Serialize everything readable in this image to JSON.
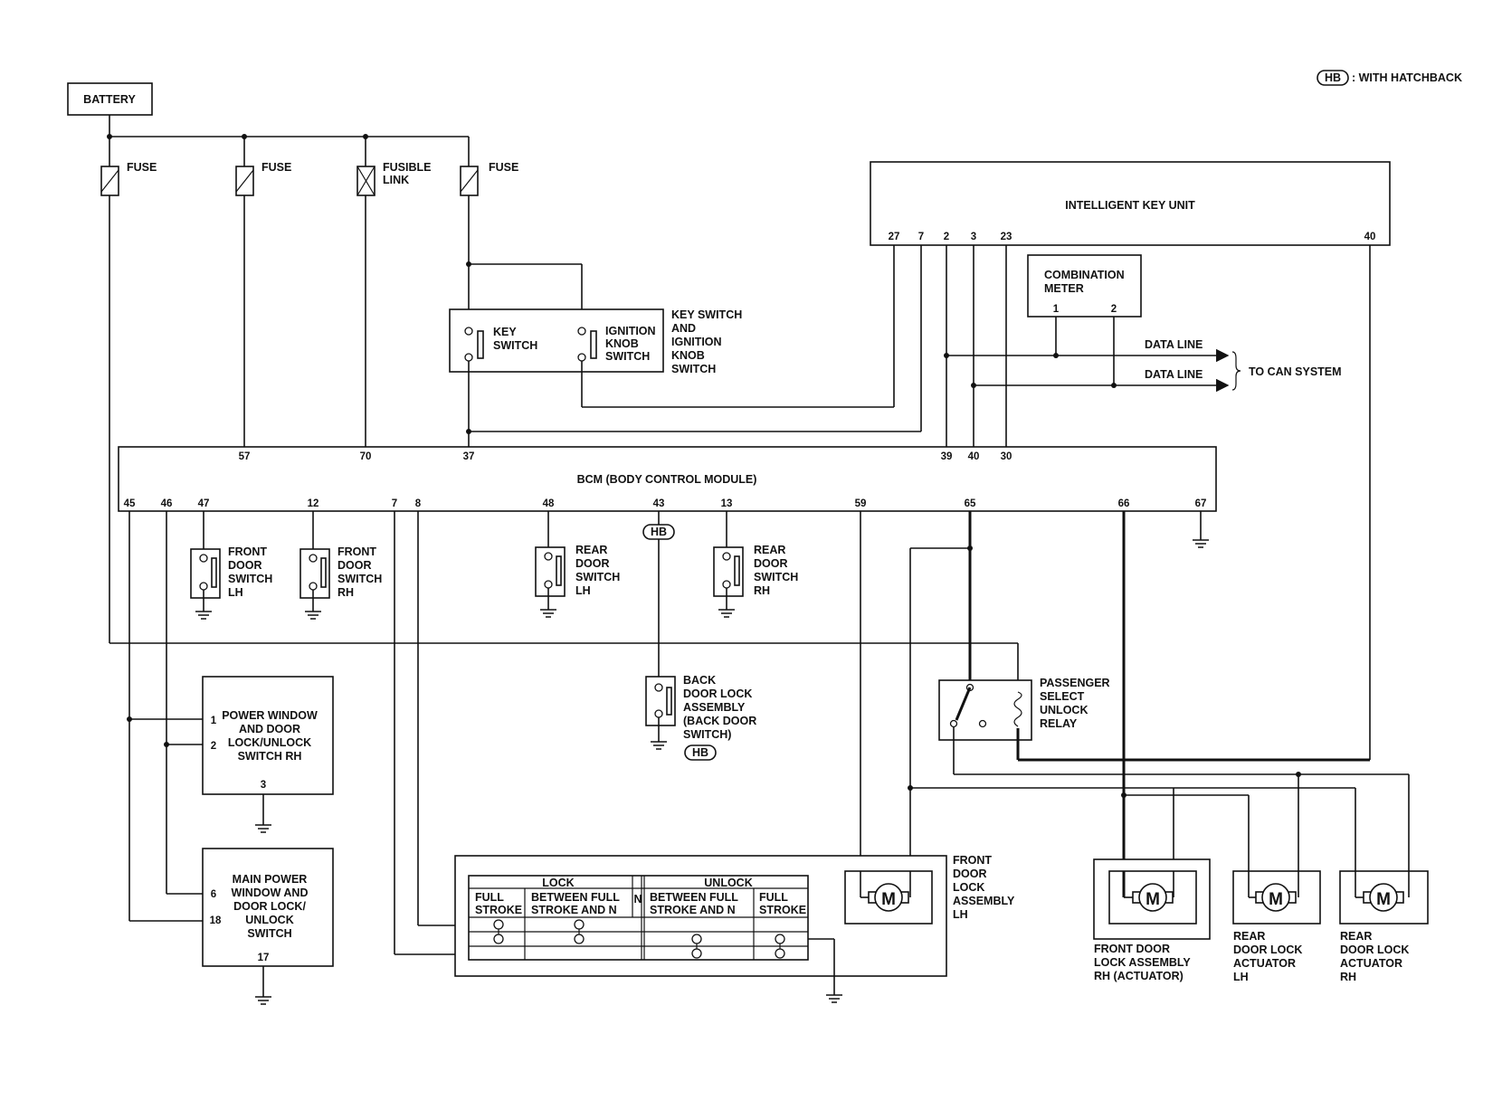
{
  "legend": {
    "badge": "HB",
    "text": ": WITH HATCHBACK"
  },
  "battery": "BATTERY",
  "fuses": [
    "FUSE",
    "FUSE",
    "FUSIBLE",
    "LINK",
    "FUSE"
  ],
  "ikey": {
    "title": "INTELLIGENT KEY UNIT",
    "pins": [
      "27",
      "7",
      "2",
      "3",
      "23",
      "40"
    ]
  },
  "meter": {
    "line1": "COMBINATION",
    "line2": "METER",
    "pins": [
      "1",
      "2"
    ]
  },
  "data_line": [
    "DATA LINE",
    "DATA LINE"
  ],
  "can": "TO CAN SYSTEM",
  "keysw": {
    "key": [
      "KEY",
      "SWITCH"
    ],
    "knob": [
      "IGNITION",
      "KNOB",
      "SWITCH"
    ],
    "label": [
      "KEY SWITCH",
      "AND",
      "IGNITION",
      "KNOB",
      "SWITCH"
    ]
  },
  "bcm": {
    "title": "BCM (BODY CONTROL MODULE)",
    "top_pins": [
      "57",
      "70",
      "37",
      "39",
      "40",
      "30"
    ],
    "bottom_pins": [
      "45",
      "46",
      "47",
      "12",
      "7",
      "8",
      "48",
      "43",
      "13",
      "59",
      "65",
      "66",
      "67"
    ]
  },
  "door_switches": [
    [
      "FRONT",
      "DOOR",
      "SWITCH",
      "LH"
    ],
    [
      "FRONT",
      "DOOR",
      "SWITCH",
      "RH"
    ],
    [
      "REAR",
      "DOOR",
      "SWITCH",
      "LH"
    ],
    [
      "REAR",
      "DOOR",
      "SWITCH",
      "RH"
    ]
  ],
  "back_door": [
    "BACK",
    "DOOR LOCK",
    "ASSEMBLY",
    "(BACK DOOR",
    "SWITCH)"
  ],
  "relay": [
    "PASSENGER",
    "SELECT",
    "UNLOCK",
    "RELAY"
  ],
  "pw_rh": {
    "text": [
      "POWER WINDOW",
      "AND DOOR",
      "LOCK/UNLOCK",
      "SWITCH RH"
    ],
    "pins": [
      "1",
      "2",
      "3"
    ]
  },
  "main_pw": {
    "text": [
      "MAIN POWER",
      "WINDOW AND",
      "DOOR LOCK/",
      "UNLOCK",
      "SWITCH"
    ],
    "pins": [
      "6",
      "18",
      "17"
    ]
  },
  "lock_table": {
    "lock": "LOCK",
    "unlock": "UNLOCK",
    "n": "N",
    "cols": [
      [
        "FULL",
        "STROKE"
      ],
      [
        "BETWEEN FULL",
        "STROKE AND N"
      ],
      [
        "BETWEEN FULL",
        "STROKE AND N"
      ],
      [
        "FULL",
        "STROKE"
      ]
    ]
  },
  "motor_letter": "M",
  "front_lh": [
    "FRONT",
    "DOOR",
    "LOCK",
    "ASSEMBLY",
    "LH"
  ],
  "front_rh": [
    "FRONT DOOR",
    "LOCK ASSEMBLY",
    "RH (ACTUATOR)"
  ],
  "rear_lh": [
    "REAR",
    "DOOR LOCK",
    "ACTUATOR",
    "LH"
  ],
  "rear_rh": [
    "REAR",
    "DOOR LOCK",
    "ACTUATOR",
    "RH"
  ]
}
